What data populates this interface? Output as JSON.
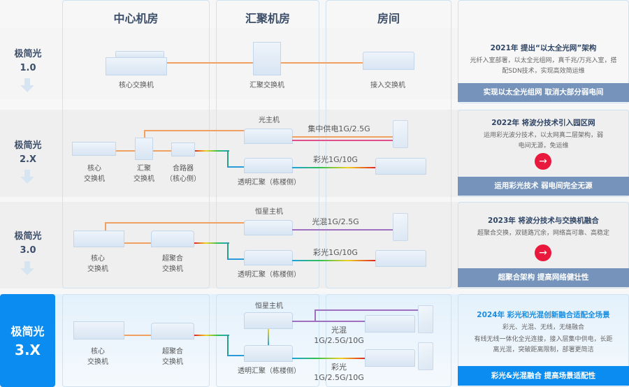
{
  "columns": {
    "center": "中心机房",
    "aggregation": "汇聚机房",
    "room": "房间"
  },
  "generations": [
    {
      "name": "极简光",
      "version": "1.0",
      "devices": {
        "core": "核心交换机",
        "aggregation": "汇聚交换机",
        "access": "接入交换机"
      },
      "panel": {
        "title": "2021年 提出“以太全光网”架构",
        "desc": "光纤入室部署，以太全光组网，真千兆/万兆入室，搭配SDN技术，实现高效简运维",
        "bar": "实现以太全光组网  取消大部分弱电间"
      }
    },
    {
      "name": "极简光",
      "version": "2.X",
      "devices": {
        "core_l1": "核心",
        "core_l2": "交换机",
        "agg_l1": "汇聚",
        "agg_l2": "交换机",
        "combiner_l1": "合路器",
        "combiner_l2": "（核心侧）",
        "optical_host": "光主机",
        "transparent_agg": "透明汇聚（栋楼侧）"
      },
      "links": {
        "power": "集中供电1G/2.5G",
        "color": "彩光1G/10G"
      },
      "panel": {
        "title": "2022年 将波分技术引入园区网",
        "desc": "运用彩光波分技术，以太网真二层架构，弱电间无源，免运维",
        "bar": "运用彩光技术  弱电间完全无源",
        "action_icon": "arrow-right-icon"
      }
    },
    {
      "name": "极简光",
      "version": "3.0",
      "devices": {
        "core_l1": "核心",
        "core_l2": "交换机",
        "super_l1": "超聚合",
        "super_l2": "交换机",
        "star_host": "恒星主机",
        "transparent_agg": "透明汇聚（栋楼侧）"
      },
      "links": {
        "mixed": "光混1G/2.5G",
        "color": "彩光1G/10G"
      },
      "panel": {
        "title": "2023年 将波分技术与交换机融合",
        "desc": "超聚合交换，双链路冗余，网络高可靠、高稳定",
        "bar": "超聚合架构  提高网络健壮性",
        "action_icon": "arrow-right-icon"
      }
    },
    {
      "name": "极简光",
      "version": "3.X",
      "active": true,
      "devices": {
        "core_l1": "核心",
        "core_l2": "交换机",
        "super_l1": "超聚合",
        "super_l2": "交换机",
        "star_host": "恒星主机",
        "transparent_agg": "透明汇聚（栋楼侧）"
      },
      "links": {
        "mixed_l1": "光混",
        "mixed_l2": "1G/2.5G/10G",
        "color_l1": "彩光",
        "color_l2": "1G/2.5G/10G"
      },
      "panel": {
        "title": "2024年 彩光和光混创新融合适配全场景",
        "desc1": "彩光、光混、无线，无缝融合",
        "desc2": "有线无线一体化全光连接，接入层集中供电，长距离光混，突破距离限制，部署更简洁",
        "bar": "彩光&光混融合 提高场景适配性"
      }
    }
  ],
  "colors": {
    "active_blue": "#0a8cf0",
    "bar_gray_blue": "#7694bb",
    "action_red": "#e8193c",
    "title_navy": "#2f4566",
    "title_active": "#1a8de0"
  }
}
